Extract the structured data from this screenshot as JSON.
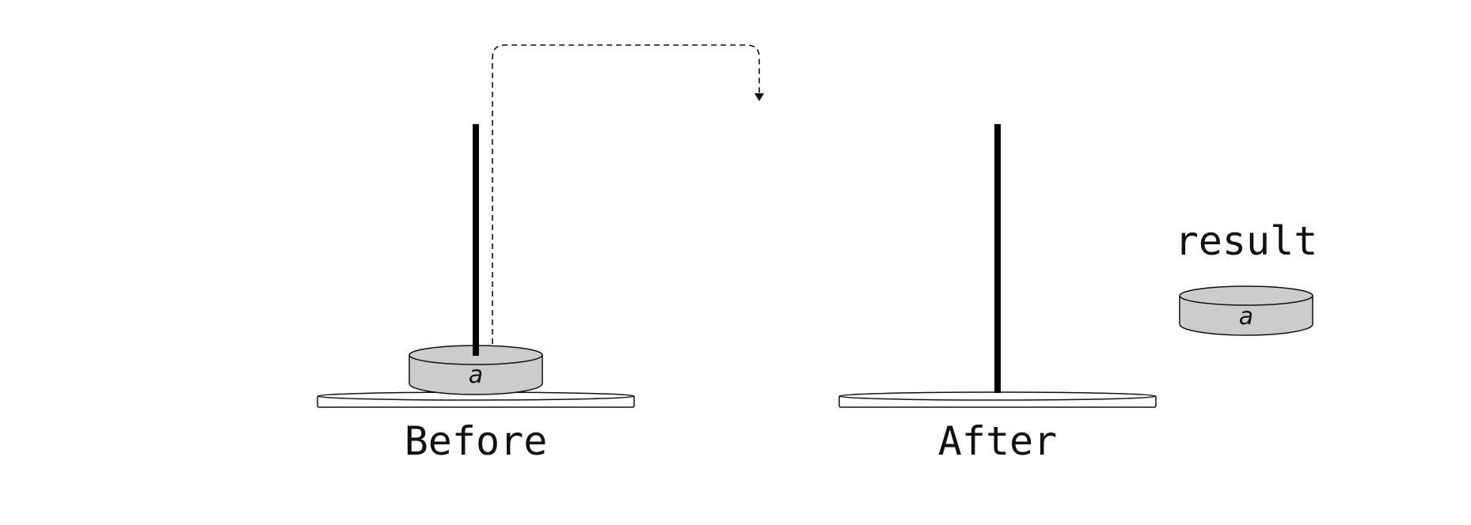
{
  "diagram": {
    "before": {
      "caption": "Before",
      "disc_label": "a"
    },
    "after": {
      "caption": "After"
    },
    "result": {
      "caption": "result",
      "disc_label": "a"
    },
    "colors": {
      "disc_fill": "#cccccc",
      "stroke": "#111111",
      "pole": "#000000",
      "base_fill": "#ffffff"
    }
  }
}
